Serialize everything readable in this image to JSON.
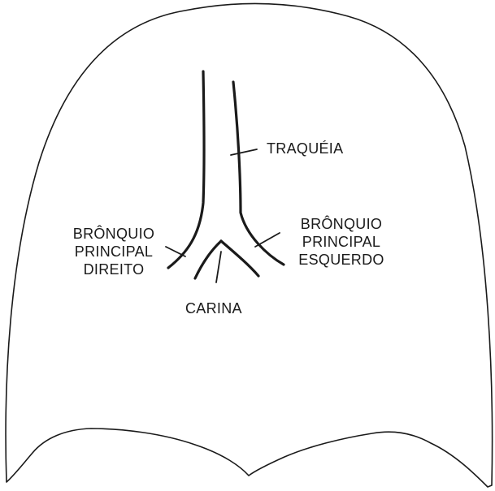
{
  "labels": {
    "trachea": "TRAQUÉIA",
    "right_main_bronchus": [
      "BRÔNQUIO",
      "PRINCIPAL",
      "DIREITO"
    ],
    "left_main_bronchus": [
      "BRÔNQUIO",
      "PRINCIPAL",
      "ESQUERDO"
    ],
    "carina": "CARINA"
  }
}
